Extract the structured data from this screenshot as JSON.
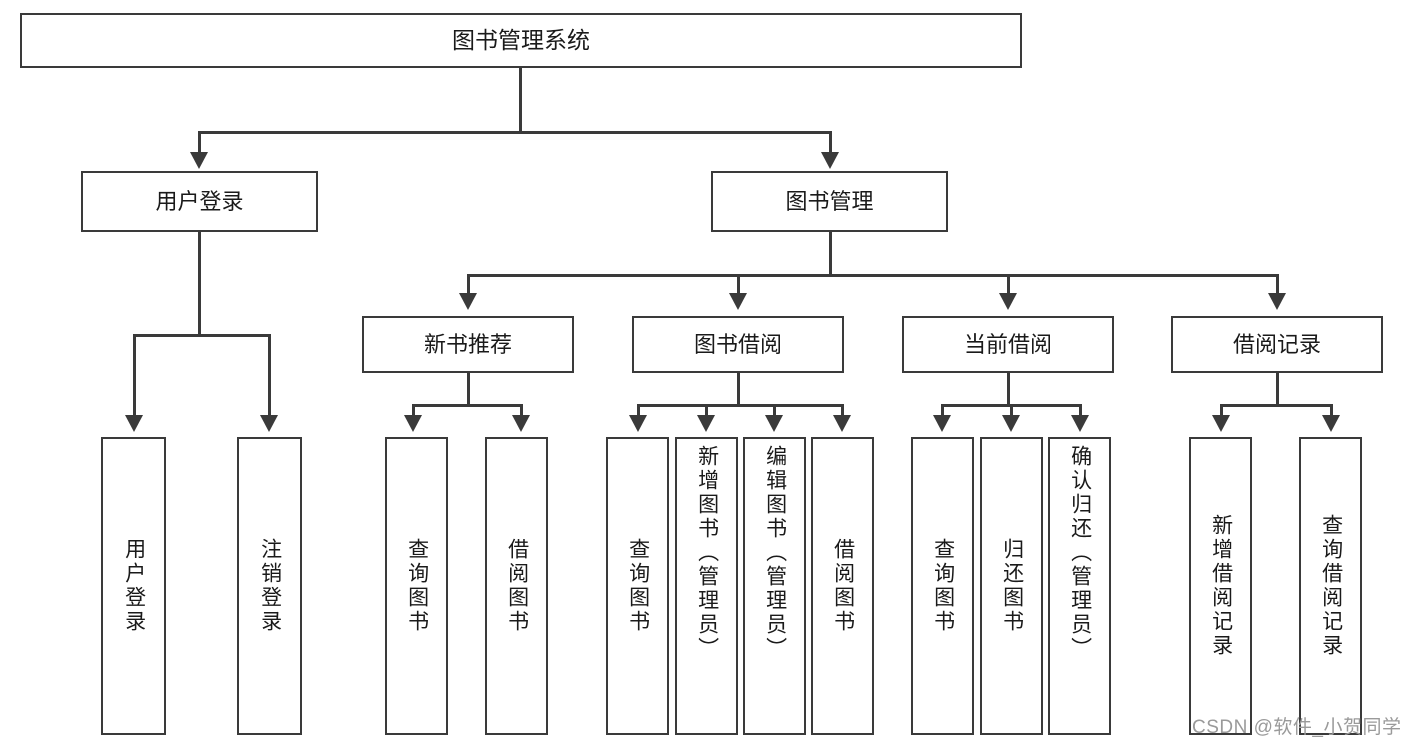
{
  "diagram": {
    "type": "tree-hierarchy",
    "title": "图书管理系统",
    "root": {
      "id": "root",
      "label": "图书管理系统"
    },
    "level1": [
      {
        "id": "user-login",
        "label": "用户登录"
      },
      {
        "id": "book-management",
        "label": "图书管理"
      }
    ],
    "level2": [
      {
        "id": "new-book-recommend",
        "label": "新书推荐",
        "parent": "book-management"
      },
      {
        "id": "book-borrow",
        "label": "图书借阅",
        "parent": "book-management"
      },
      {
        "id": "current-borrow",
        "label": "当前借阅",
        "parent": "book-management"
      },
      {
        "id": "borrow-record",
        "label": "借阅记录",
        "parent": "book-management"
      }
    ],
    "leaves": [
      {
        "id": "leaf-user-login",
        "label": "用户登录",
        "parent": "user-login"
      },
      {
        "id": "leaf-logout-login",
        "label": "注销登录",
        "parent": "user-login"
      },
      {
        "id": "leaf-query-book-1",
        "label": "查询图书",
        "parent": "new-book-recommend"
      },
      {
        "id": "leaf-borrow-book-1",
        "label": "借阅图书",
        "parent": "new-book-recommend"
      },
      {
        "id": "leaf-query-book-2",
        "label": "查询图书",
        "parent": "book-borrow"
      },
      {
        "id": "leaf-add-book",
        "label": "新增图书（管理员）",
        "parent": "book-borrow"
      },
      {
        "id": "leaf-edit-book",
        "label": "编辑图书（管理员）",
        "parent": "book-borrow"
      },
      {
        "id": "leaf-borrow-book-2",
        "label": "借阅图书",
        "parent": "book-borrow"
      },
      {
        "id": "leaf-query-book-3",
        "label": "查询图书",
        "parent": "current-borrow"
      },
      {
        "id": "leaf-return-book",
        "label": "归还图书",
        "parent": "current-borrow"
      },
      {
        "id": "leaf-confirm-return",
        "label": "确认归还（管理员）",
        "parent": "current-borrow"
      },
      {
        "id": "leaf-add-borrow-record",
        "label": "新增借阅记录",
        "parent": "borrow-record"
      },
      {
        "id": "leaf-query-borrow-record",
        "label": "查询借阅记录",
        "parent": "borrow-record"
      }
    ],
    "colors": {
      "box_border": "#3a3a3a",
      "box_fill": "#ffffff",
      "text": "#1a1a1a",
      "connector": "#3a3a3a",
      "watermark": "#9a9a9a"
    }
  },
  "watermark": {
    "text": "CSDN @软件_小贺同学"
  }
}
